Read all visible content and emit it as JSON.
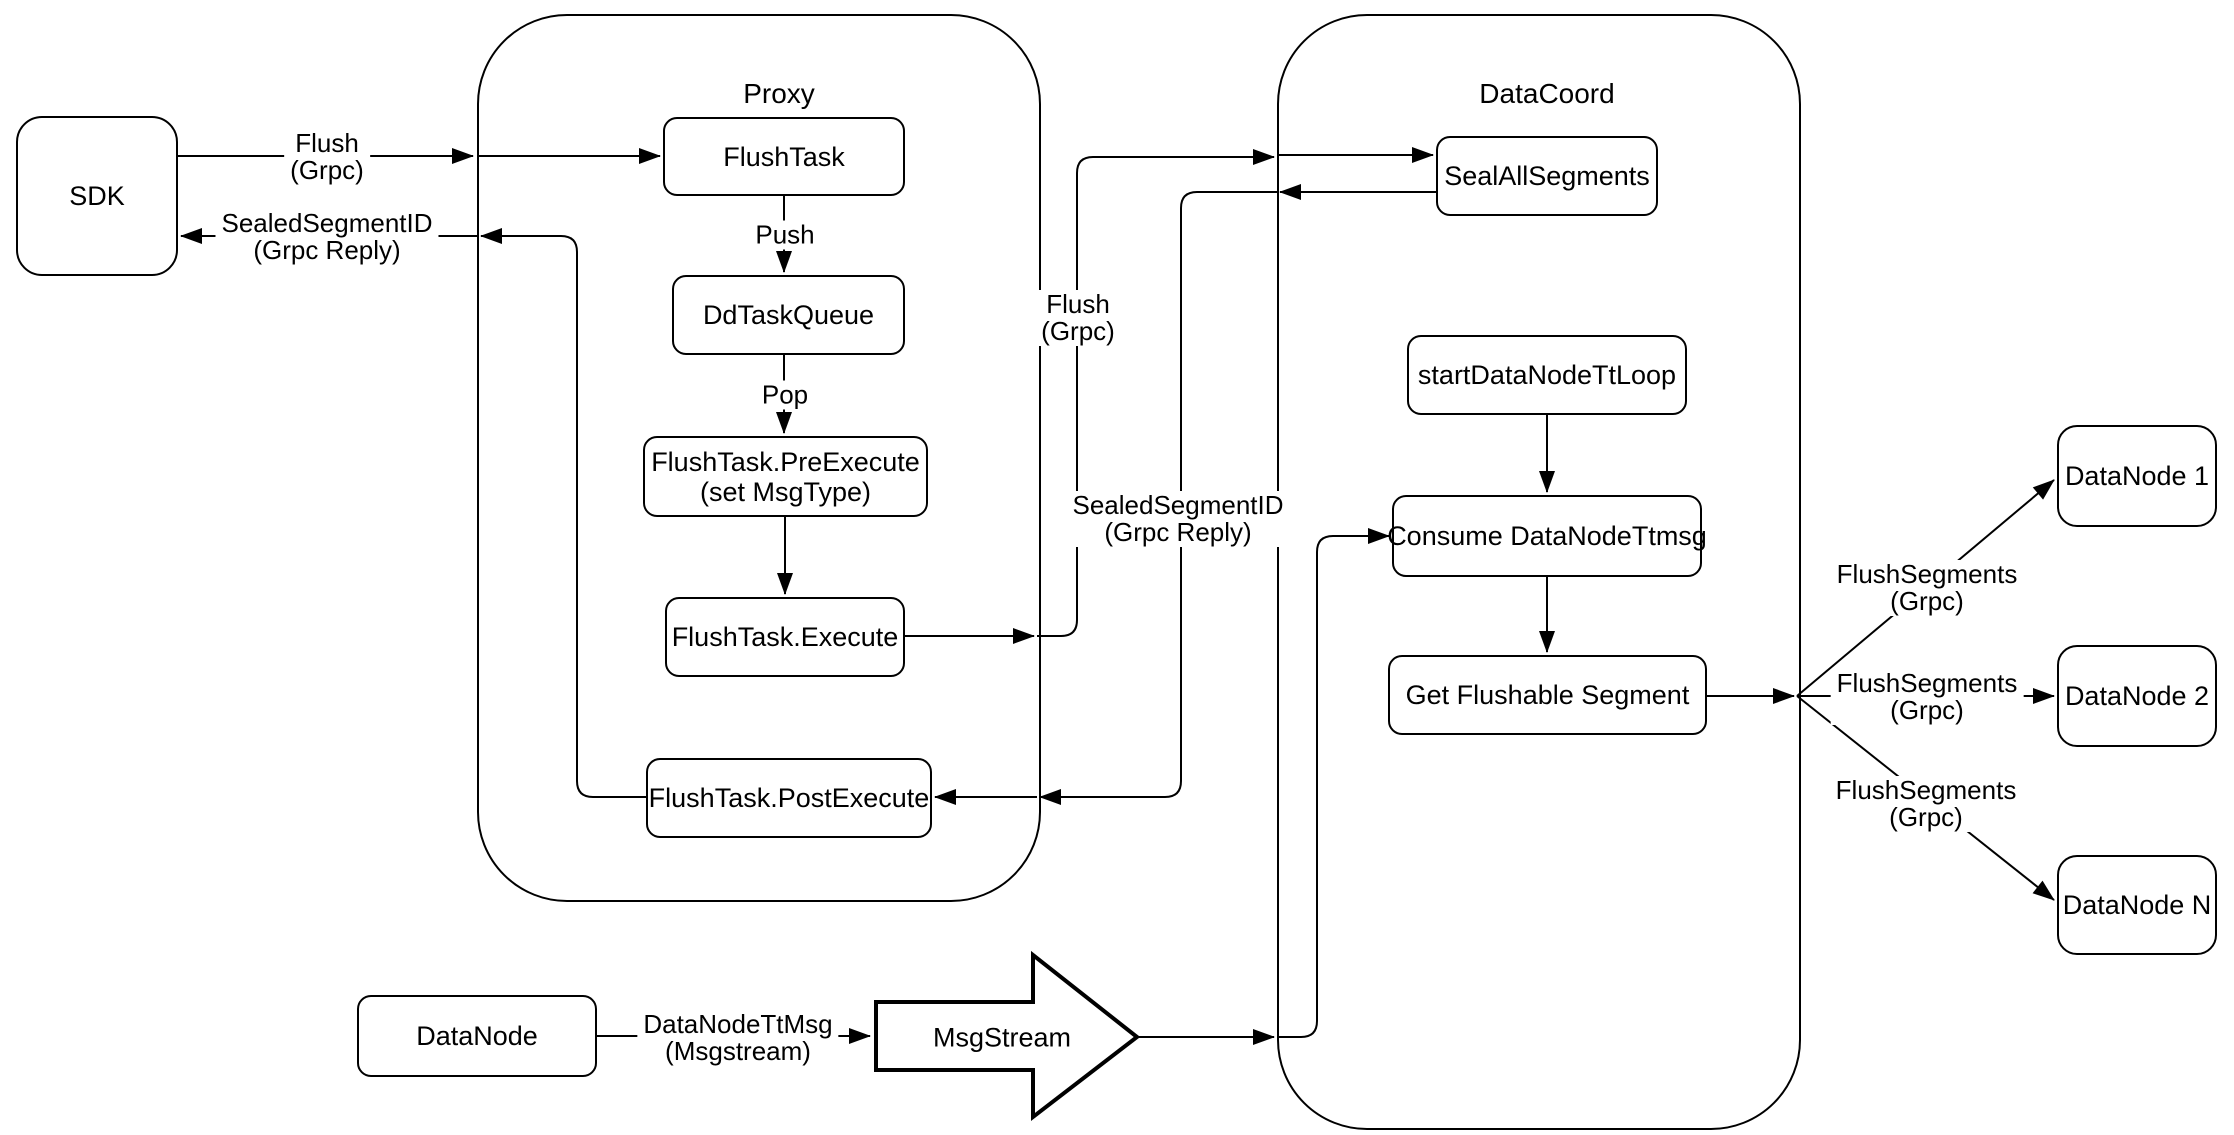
{
  "colors": {
    "line": "#000000",
    "box_fill": "#ffffff",
    "background": "#ffffff"
  },
  "containers": {
    "proxy": {
      "title": "Proxy"
    },
    "datacoord": {
      "title": "DataCoord"
    }
  },
  "nodes": {
    "sdk": {
      "label": "SDK"
    },
    "flush_task": {
      "label": "FlushTask"
    },
    "dd_task_queue": {
      "label": "DdTaskQueue"
    },
    "pre_execute": {
      "label": "FlushTask.PreExecute",
      "sublabel": "(set MsgType)"
    },
    "execute": {
      "label": "FlushTask.Execute"
    },
    "post_execute": {
      "label": "FlushTask.PostExecute"
    },
    "seal_all_segments": {
      "label": "SealAllSegments"
    },
    "start_data_node_tt_loop": {
      "label": "startDataNodeTtLoop"
    },
    "consume_data_node_ttmsg": {
      "label": "Consume DataNodeTtmsg"
    },
    "get_flushable_segment": {
      "label": "Get Flushable Segment"
    },
    "data_node_1": {
      "label": "DataNode 1"
    },
    "data_node_2": {
      "label": "DataNode 2"
    },
    "data_node_n": {
      "label": "DataNode N"
    },
    "data_node": {
      "label": "DataNode"
    },
    "msg_stream": {
      "label": "MsgStream"
    }
  },
  "edge_labels": {
    "flush_grpc_sdk": {
      "line1": "Flush",
      "line2": "(Grpc)"
    },
    "sealed_segment_id_sdk": {
      "line1": "SealedSegmentID",
      "line2": "(Grpc Reply)"
    },
    "push": {
      "line1": "Push"
    },
    "pop": {
      "line1": "Pop"
    },
    "flush_grpc_mid": {
      "line1": "Flush",
      "line2": "(Grpc)"
    },
    "sealed_segment_id_mid": {
      "line1": "SealedSegmentID",
      "line2": "(Grpc Reply)"
    },
    "flush_segments_1": {
      "line1": "FlushSegments",
      "line2": "(Grpc)"
    },
    "flush_segments_2": {
      "line1": "FlushSegments",
      "line2": "(Grpc)"
    },
    "flush_segments_3": {
      "line1": "FlushSegments",
      "line2": "(Grpc)"
    },
    "data_node_tt_msg": {
      "line1": "DataNodeTtMsg",
      "line2": "(Msgstream)"
    }
  }
}
